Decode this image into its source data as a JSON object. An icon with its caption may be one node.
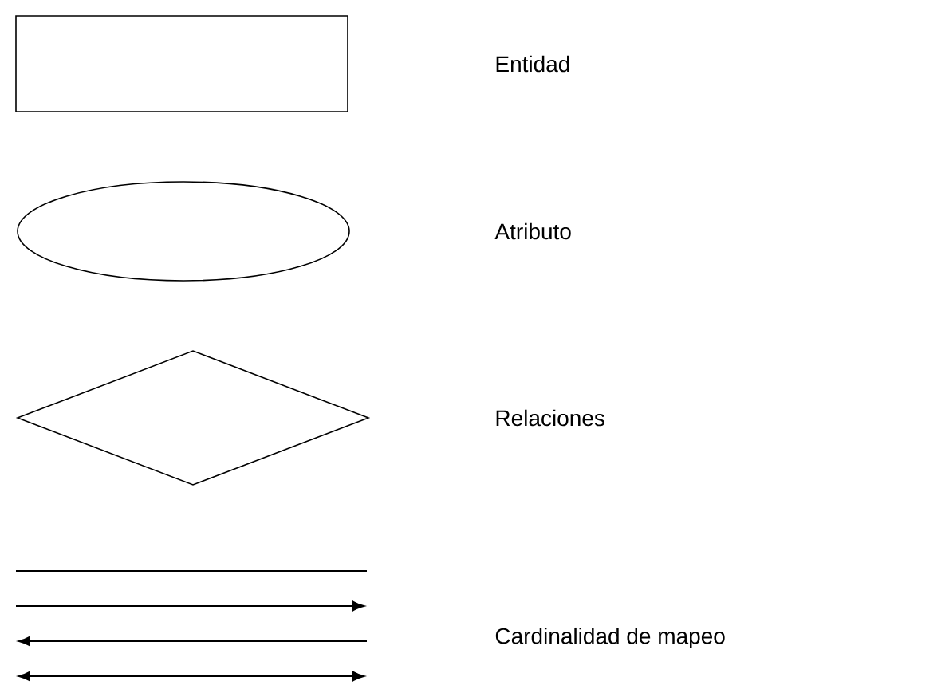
{
  "diagram": {
    "legend": [
      {
        "text": "Entidad"
      },
      {
        "text": "Atributo"
      },
      {
        "text": "Relaciones"
      },
      {
        "text": "Cardinalidad de mapeo"
      }
    ]
  }
}
